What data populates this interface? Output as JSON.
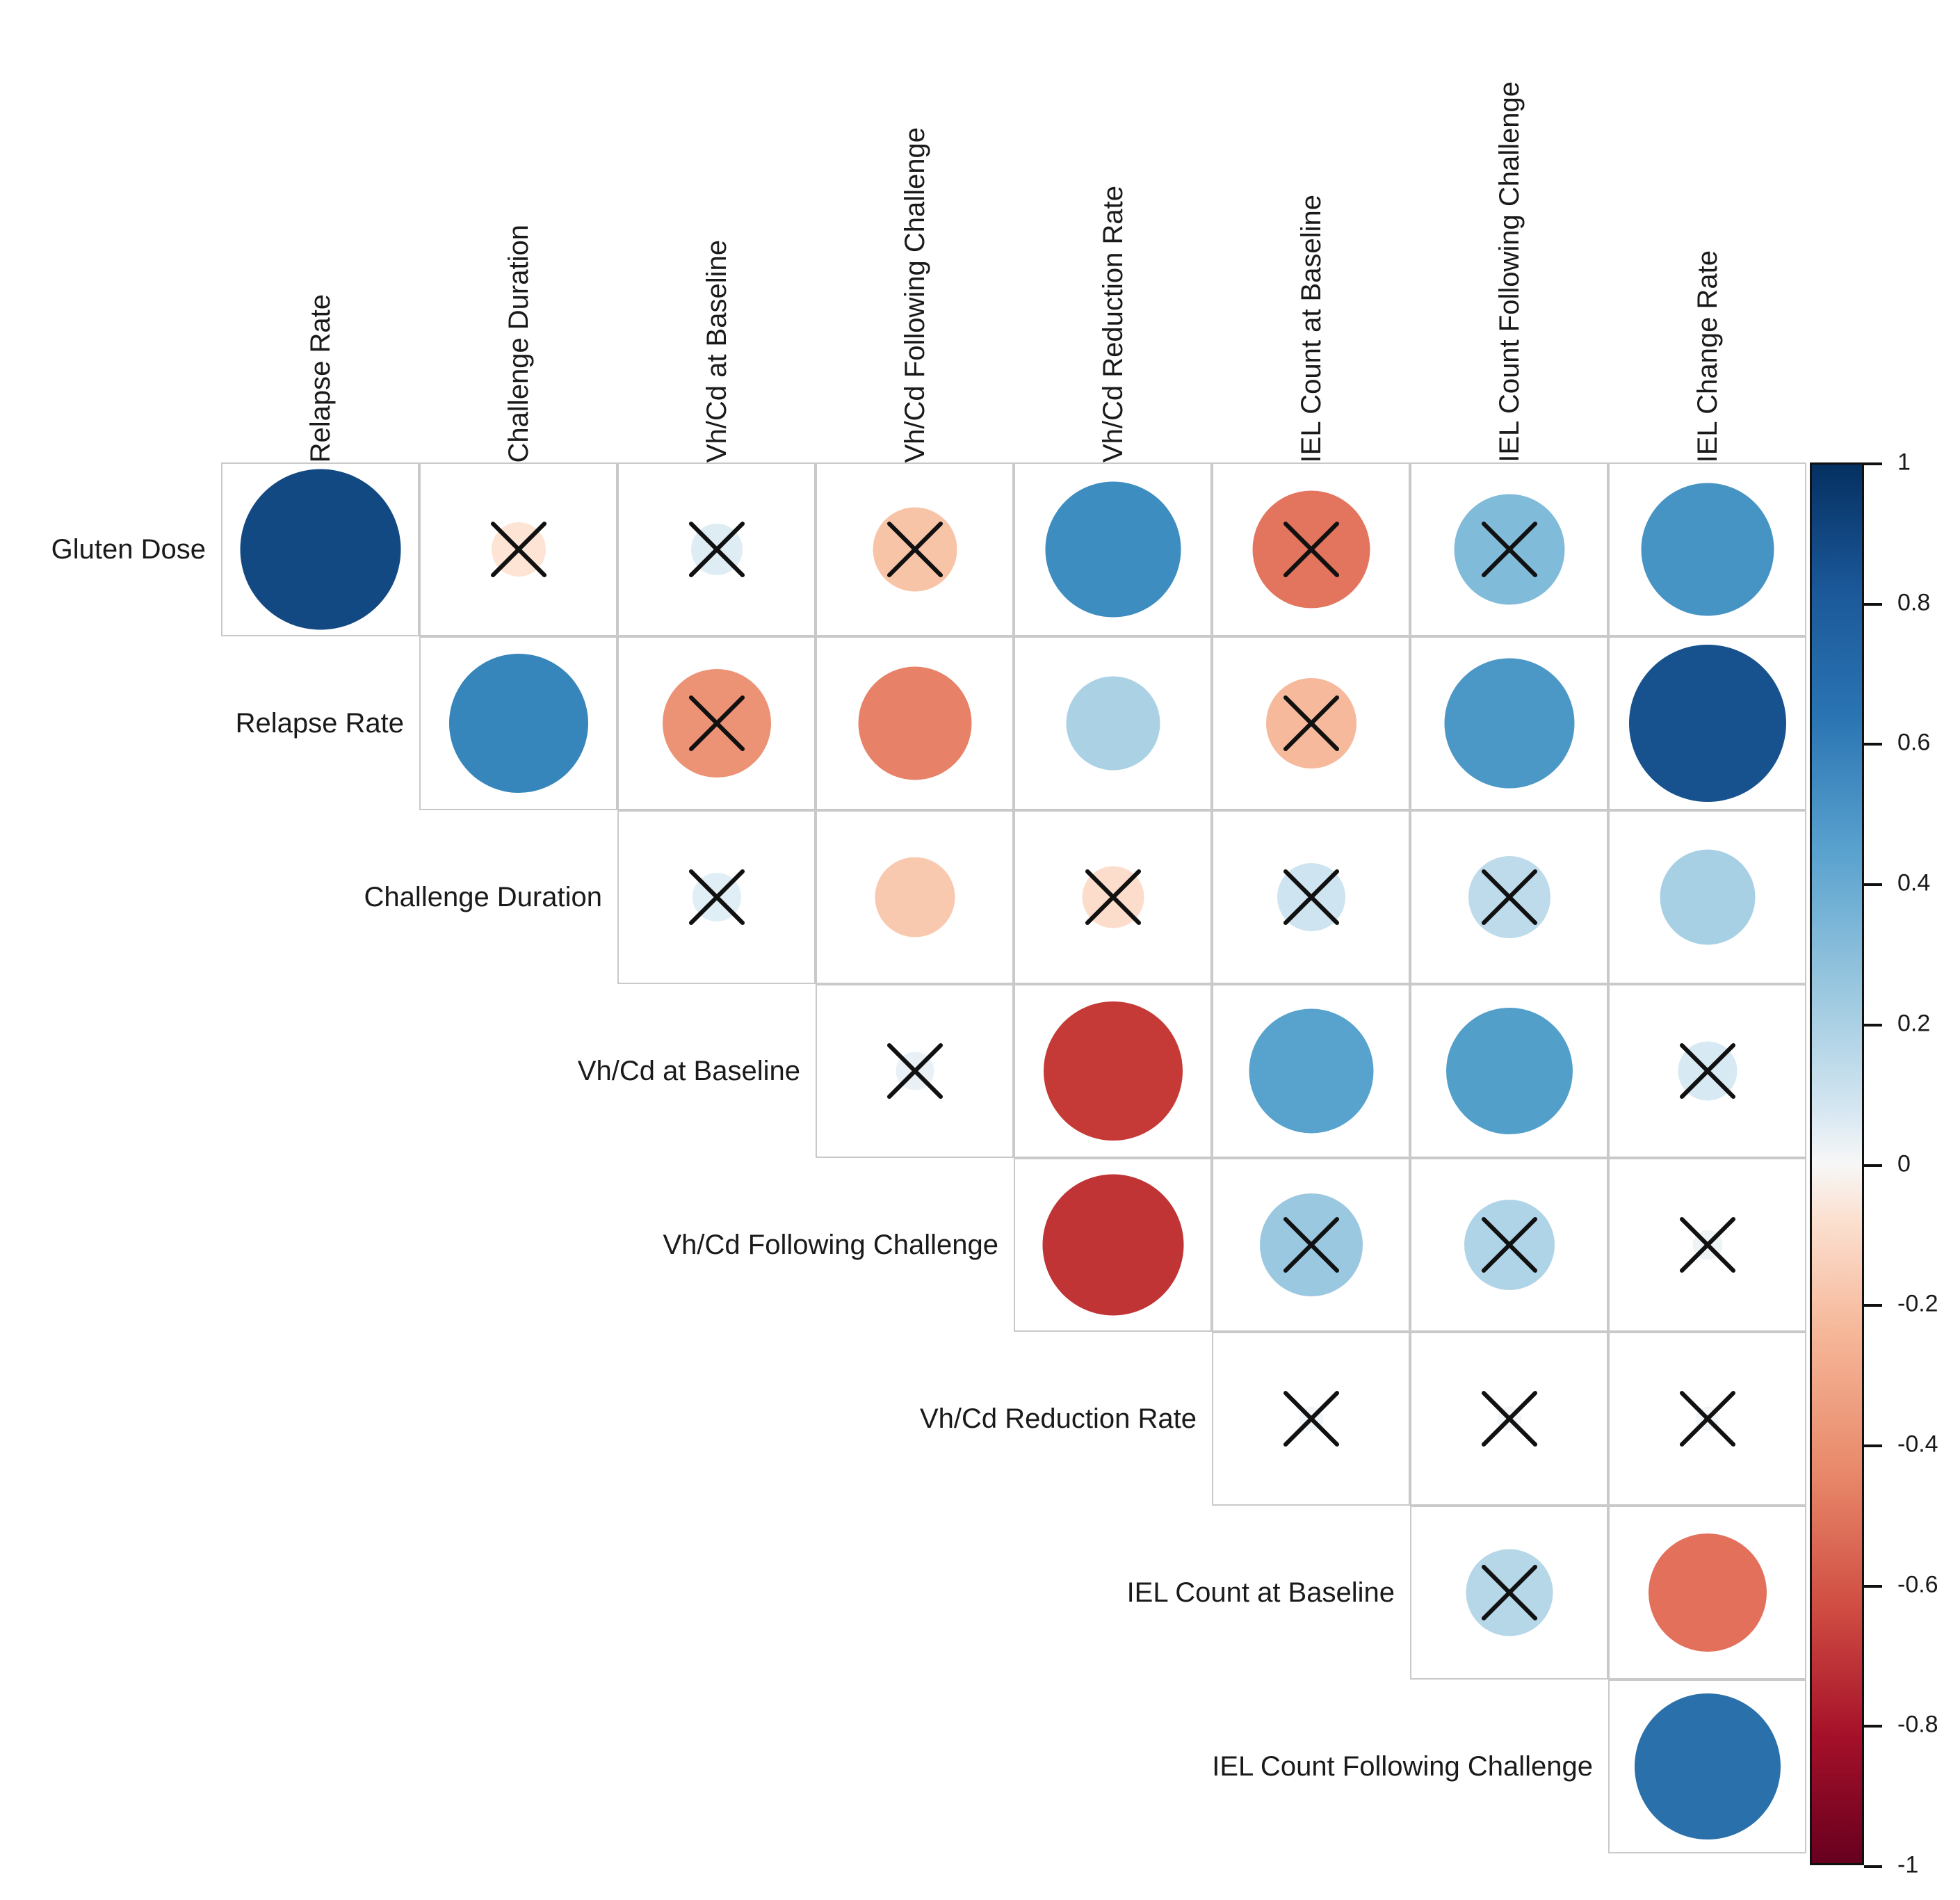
{
  "chart_data": {
    "type": "heatmap",
    "title": "",
    "subtitle": "",
    "xlabel": "",
    "ylabel": "",
    "plot_style": "correlation-matrix-upper-triangle-circles",
    "encoding": {
      "size": "absolute correlation magnitude",
      "color": "correlation coefficient",
      "overlay_x": "non-significant correlation"
    },
    "row_labels": [
      "Gluten Dose",
      "Relapse Rate",
      "Challenge Duration",
      "Vh/Cd at Baseline",
      "Vh/Cd Following Challenge",
      "Vh/Cd Reduction Rate",
      "IEL Count at Baseline",
      "IEL Count Following Challenge"
    ],
    "col_labels": [
      "Relapse Rate",
      "Challenge Duration",
      "Vh/Cd at Baseline",
      "Vh/Cd Following Challenge",
      "Vh/Cd Reduction Rate",
      "IEL Count at Baseline",
      "IEL Count Following Challenge",
      "IEL Change Rate"
    ],
    "colorbar": {
      "min": -1,
      "max": 1,
      "ticks": [
        1,
        0.8,
        0.6,
        0.4,
        0.2,
        0,
        -0.2,
        -0.4,
        -0.6,
        -0.8,
        -1
      ],
      "tick_labels": [
        "1",
        "0.8",
        "0.6",
        "0.4",
        "0.2",
        "0",
        "-0.2",
        "-0.4",
        "-0.6",
        "-0.8",
        "-1"
      ],
      "colormap": "RdBu",
      "position": "right",
      "pos_extreme_color": "#053061",
      "mid_color": "#f7f7f7",
      "neg_extreme_color": "#67001f"
    },
    "matrix": [
      [
        {
          "r": 0.88,
          "sig": true
        },
        {
          "r": -0.1,
          "sig": false
        },
        {
          "r": 0.09,
          "sig": false
        },
        {
          "r": -0.24,
          "sig": false
        },
        {
          "r": 0.63,
          "sig": true
        },
        {
          "r": -0.47,
          "sig": false
        },
        {
          "r": 0.42,
          "sig": false
        },
        {
          "r": 0.6,
          "sig": true
        }
      ],
      [
        null,
        {
          "r": 0.66,
          "sig": true
        },
        {
          "r": -0.4,
          "sig": false
        },
        {
          "r": -0.44,
          "sig": true
        },
        {
          "r": 0.3,
          "sig": true
        },
        {
          "r": -0.28,
          "sig": false
        },
        {
          "r": 0.58,
          "sig": true
        },
        {
          "r": 0.84,
          "sig": true
        }
      ],
      [
        null,
        null,
        {
          "r": 0.08,
          "sig": false
        },
        {
          "r": -0.22,
          "sig": true
        },
        {
          "r": -0.13,
          "sig": false
        },
        {
          "r": 0.16,
          "sig": false
        },
        {
          "r": 0.23,
          "sig": false
        },
        {
          "r": 0.31,
          "sig": true
        }
      ],
      [
        null,
        null,
        null,
        {
          "r": 0.05,
          "sig": false
        },
        {
          "r": -0.66,
          "sig": true
        },
        {
          "r": 0.53,
          "sig": true
        },
        {
          "r": 0.55,
          "sig": true
        },
        {
          "r": 0.12,
          "sig": false
        }
      ],
      [
        null,
        null,
        null,
        null,
        {
          "r": -0.68,
          "sig": true
        },
        {
          "r": 0.36,
          "sig": false
        },
        {
          "r": 0.28,
          "sig": false
        },
        {
          "r": 0.03,
          "sig": false
        }
      ],
      [
        null,
        null,
        null,
        null,
        null,
        {
          "r": 0.02,
          "sig": false
        },
        {
          "r": 0.02,
          "sig": false
        },
        {
          "r": 0.02,
          "sig": false
        }
      ],
      [
        null,
        null,
        null,
        null,
        null,
        null,
        {
          "r": 0.26,
          "sig": false
        },
        {
          "r": -0.48,
          "sig": true
        }
      ],
      [
        null,
        null,
        null,
        null,
        null,
        null,
        null,
        {
          "r": 0.73,
          "sig": true
        }
      ]
    ]
  }
}
